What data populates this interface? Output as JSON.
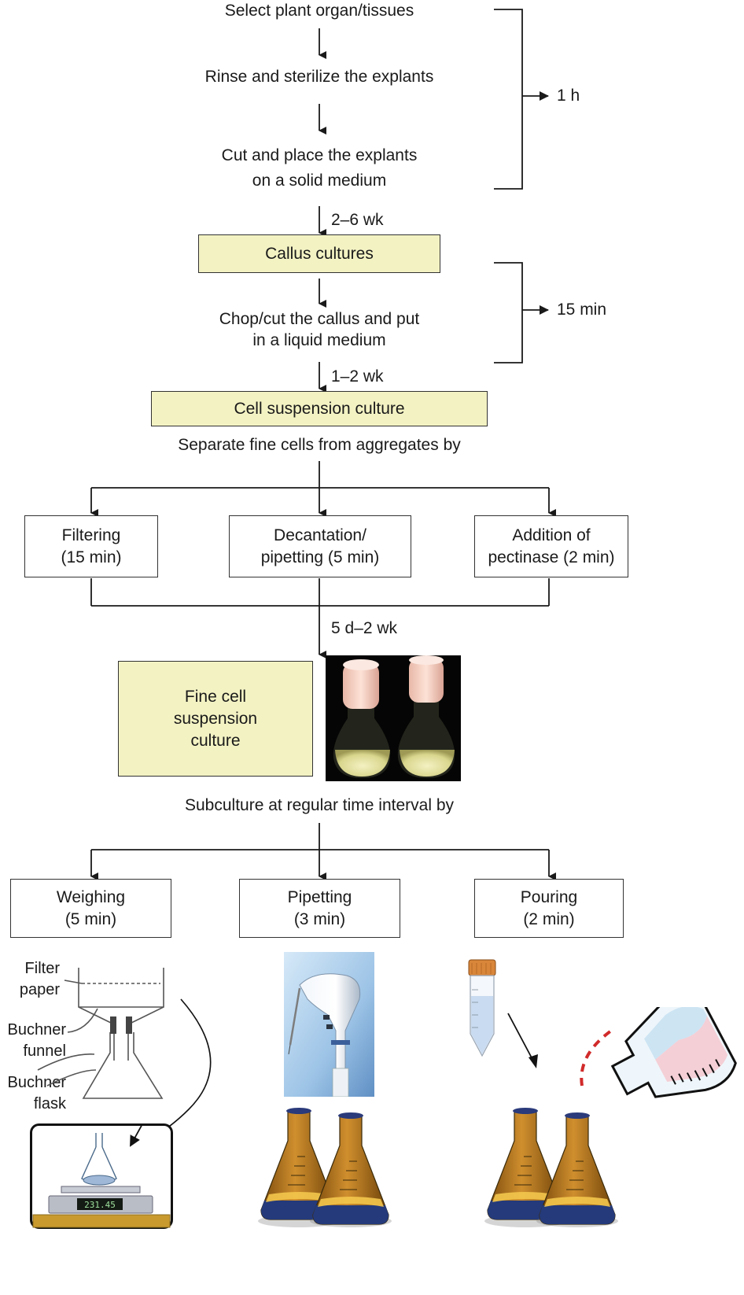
{
  "steps": {
    "select": "Select plant organ/tissues",
    "rinse": "Rinse and sterilize the explants",
    "cut_line1": "Cut and place the explants",
    "cut_line2": "on a solid medium",
    "chop_line1": "Chop/cut the callus and put",
    "chop_line2": "in a liquid medium",
    "separate": "Separate fine cells from aggregates by",
    "subculture": "Subculture at regular time interval by"
  },
  "boxes": {
    "callus": "Callus cultures",
    "cell_suspension": "Cell suspension culture",
    "fine_line1": "Fine cell",
    "fine_line2": "suspension",
    "fine_line3": "culture"
  },
  "methods": {
    "filtering_line1": "Filtering",
    "filtering_line2": "(15 min)",
    "decant_line1": "Decantation/",
    "decant_line2": "pipetting (5 min)",
    "pectinase_line1": "Addition of",
    "pectinase_line2": "pectinase (2 min)"
  },
  "subculture_methods": {
    "weighing_line1": "Weighing",
    "weighing_line2": "(5 min)",
    "pipetting_line1": "Pipetting",
    "pipetting_line2": "(3 min)",
    "pouring_line1": "Pouring",
    "pouring_line2": "(2 min)"
  },
  "durations": {
    "bracket1": "1 h",
    "bracket2": "15 min",
    "to_callus": "2–6 wk",
    "to_suspension": "1–2 wk",
    "to_fine": "5 d–2 wk"
  },
  "apparatus_labels": {
    "filter_line1": "Filter",
    "filter_line2": "paper",
    "funnel_line1": "Buchner",
    "funnel_line2": "funnel",
    "flask_line1": "Buchner",
    "flask_line2": "flask"
  },
  "balance_readout": "231.45",
  "colors": {
    "highlight_box": "#f3f2c3",
    "flask_amber": "#b3741a",
    "flask_base": "#243a7a",
    "balance_base": "#c99a2e",
    "pipette_blue": "#9cc3e6",
    "tube_cap": "#d9863a"
  },
  "icons": [
    "flask-photo",
    "buchner-apparatus",
    "balance-icon",
    "pipette-photo",
    "erlenmeyer-flasks",
    "centrifuge-tube",
    "pouring-beaker"
  ]
}
